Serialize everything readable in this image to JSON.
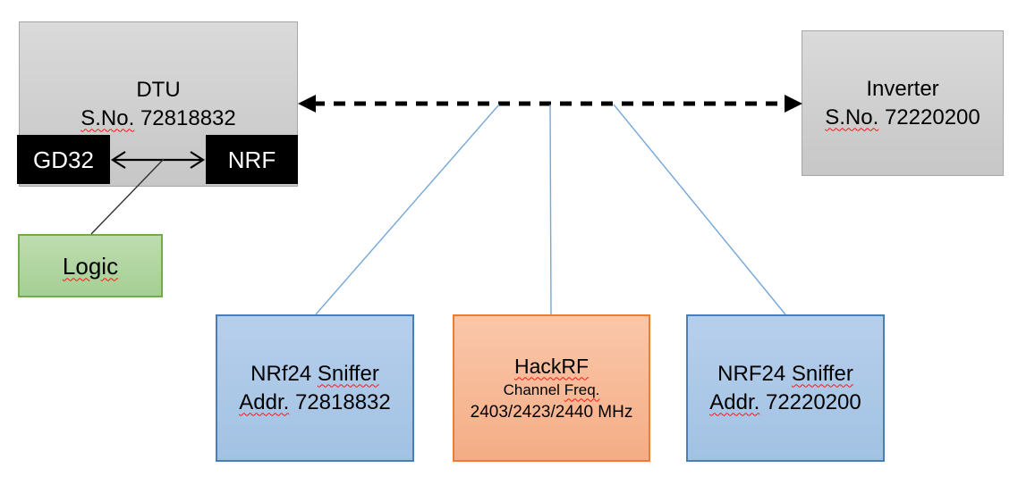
{
  "diagram": {
    "dtu": {
      "title": "DTU",
      "serial_label": "S.No.",
      "serial_number": "72818832"
    },
    "gd32_label": "GD32",
    "nrf_label": "NRF",
    "logic_label": "Logic",
    "inverter": {
      "title": "Inverter",
      "serial_label": "S.No.",
      "serial_number": "72220200"
    },
    "sniffer_left": {
      "name_prefix": "NRf24",
      "name_word": "Sniffer",
      "addr_label": "Addr.",
      "addr_value": "72818832"
    },
    "hackrf": {
      "title": "HackRF",
      "freq_label_prefix": "Channel",
      "freq_label_word": "Freq.",
      "frequencies": "2403/2423/2440 MHz"
    },
    "sniffer_right": {
      "name_prefix": "NRF24",
      "name_word": "Sniffer",
      "addr_label": "Addr.",
      "addr_value": "72220200"
    }
  },
  "colors": {
    "box_gray_fill": "#d2d2d2",
    "box_gray_border": "#a6a6a6",
    "box_black_fill": "#000000",
    "box_green_fill": "#b2d6a2",
    "box_green_border": "#70ad47",
    "box_blue_fill": "#abc8e8",
    "box_blue_border": "#4a7ebb",
    "box_orange_fill": "#f7bb9b",
    "box_orange_border": "#ed7d31",
    "connector_blue": "#74a7da",
    "arrow_black": "#000000",
    "squiggle_red": "#ff1515"
  }
}
